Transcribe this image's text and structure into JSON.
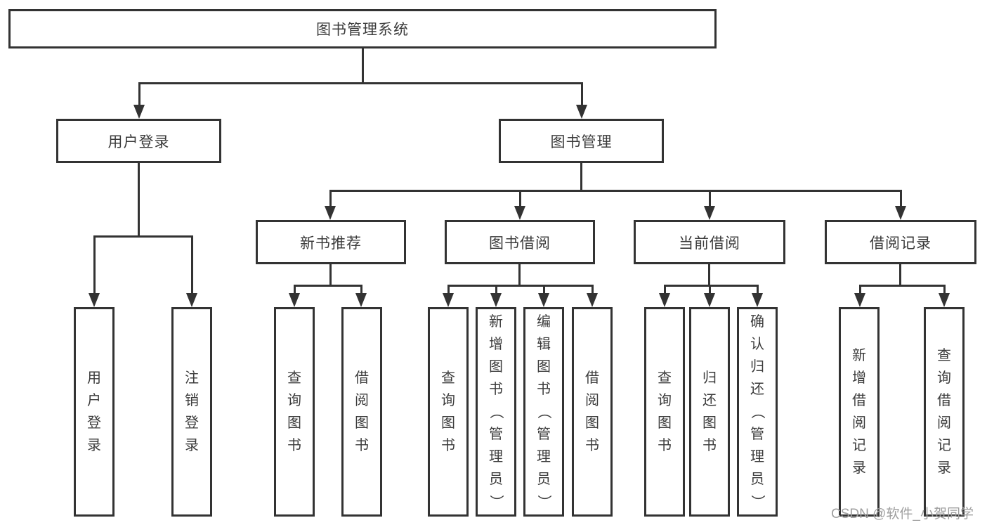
{
  "tree": {
    "root": {
      "label": "图书管理系统",
      "children": [
        {
          "label": "用户登录",
          "children": [
            {
              "label": "用户登录"
            },
            {
              "label": "注销登录"
            }
          ]
        },
        {
          "label": "图书管理",
          "children": [
            {
              "label": "新书推荐",
              "children": [
                {
                  "label": "查询图书"
                },
                {
                  "label": "借阅图书"
                }
              ]
            },
            {
              "label": "图书借阅",
              "children": [
                {
                  "label": "查询图书"
                },
                {
                  "label": "新增图书（管理员）"
                },
                {
                  "label": "编辑图书（管理员）"
                },
                {
                  "label": "借阅图书"
                }
              ]
            },
            {
              "label": "当前借阅",
              "children": [
                {
                  "label": "查询图书"
                },
                {
                  "label": "归还图书"
                },
                {
                  "label": "确认归还（管理员）"
                }
              ]
            },
            {
              "label": "借阅记录",
              "children": [
                {
                  "label": "新增借阅记录"
                },
                {
                  "label": "查询借阅记录"
                }
              ]
            }
          ]
        }
      ]
    }
  },
  "watermark": "CSDN @软件_小贺同学",
  "colors": {
    "line": "#333333",
    "text": "#3b3b3b",
    "watermark": "#9e9e9e",
    "background": "#ffffff"
  }
}
